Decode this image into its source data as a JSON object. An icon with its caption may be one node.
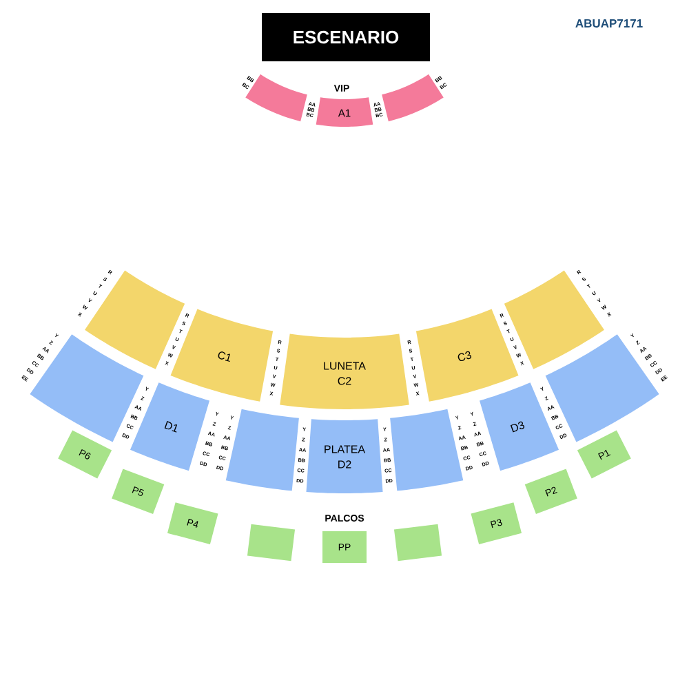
{
  "diagram": {
    "nodes": [
      {
        "text": [
          "ESCENARIO"
        ]
      },
      {
        "text": [],
        "shape": "box"
      },
      {
        "text": [
          "A1"
        ]
      },
      {
        "text": [],
        "shape": "box"
      },
      {
        "text": [],
        "shape": "box"
      },
      {
        "text": [
          "C1"
        ]
      },
      {
        "text": [
          "LUNETA",
          "C2"
        ]
      },
      {
        "text": [
          "C3"
        ]
      },
      {
        "text": [],
        "shape": "box"
      },
      {
        "text": [],
        "shape": "box"
      },
      {
        "text": [
          "D1"
        ]
      },
      {
        "text": [],
        "shape": "box"
      },
      {
        "text": [
          "PLATEA",
          "D2"
        ]
      },
      {
        "text": [],
        "shape": "box"
      },
      {
        "text": [
          "D3"
        ]
      },
      {
        "text": [],
        "shape": "box"
      },
      {
        "text": [
          "P6"
        ]
      },
      {
        "text": [
          "P5"
        ]
      },
      {
        "text": [
          "P4"
        ]
      },
      {
        "text": [],
        "shape": "box"
      },
      {
        "text": [
          "PP"
        ]
      },
      {
        "text": [],
        "shape": "box"
      },
      {
        "text": [
          "P3"
        ]
      },
      {
        "text": [
          "P2"
        ]
      },
      {
        "text": [
          "P1"
        ]
      }
    ],
    "labels": [
      "ABUAP7171",
      "VIP",
      "BB",
      "BC",
      "AA",
      "BB",
      "BC",
      "AA",
      "BB",
      "BC",
      "BB",
      "BC",
      "R",
      "S",
      "T",
      "U",
      "V",
      "W",
      "X",
      "R",
      "S",
      "T",
      "U",
      "V",
      "W",
      "X",
      "R",
      "S",
      "T",
      "U",
      "V",
      "W",
      "X",
      "R",
      "S",
      "T",
      "U",
      "V",
      "W",
      "X",
      "R",
      "S",
      "T",
      "U",
      "V",
      "W",
      "X",
      "R",
      "S",
      "T",
      "U",
      "V",
      "W",
      "X",
      "Y",
      "Z",
      "AA",
      "BB",
      "CC",
      "DD",
      "EE",
      "Y",
      "Z",
      "AA",
      "BB",
      "CC",
      "DD",
      "Y",
      "Z",
      "AA",
      "BB",
      "CC",
      "DD",
      "Y",
      "Z",
      "AA",
      "BB",
      "CC",
      "DD",
      "Y",
      "Z",
      "AA",
      "BB",
      "CC",
      "DD",
      "Y",
      "Z",
      "AA",
      "BB",
      "CC",
      "DD",
      "Y",
      "Z",
      "AA",
      "BB",
      "CC",
      "DD",
      "Y",
      "Z",
      "AA",
      "BB",
      "CC",
      "DD",
      "Y",
      "Z",
      "AA",
      "BB",
      "CC",
      "DD",
      "Y",
      "Z",
      "AA",
      "BB",
      "CC",
      "DD",
      "EE",
      "PALCOS"
    ]
  }
}
